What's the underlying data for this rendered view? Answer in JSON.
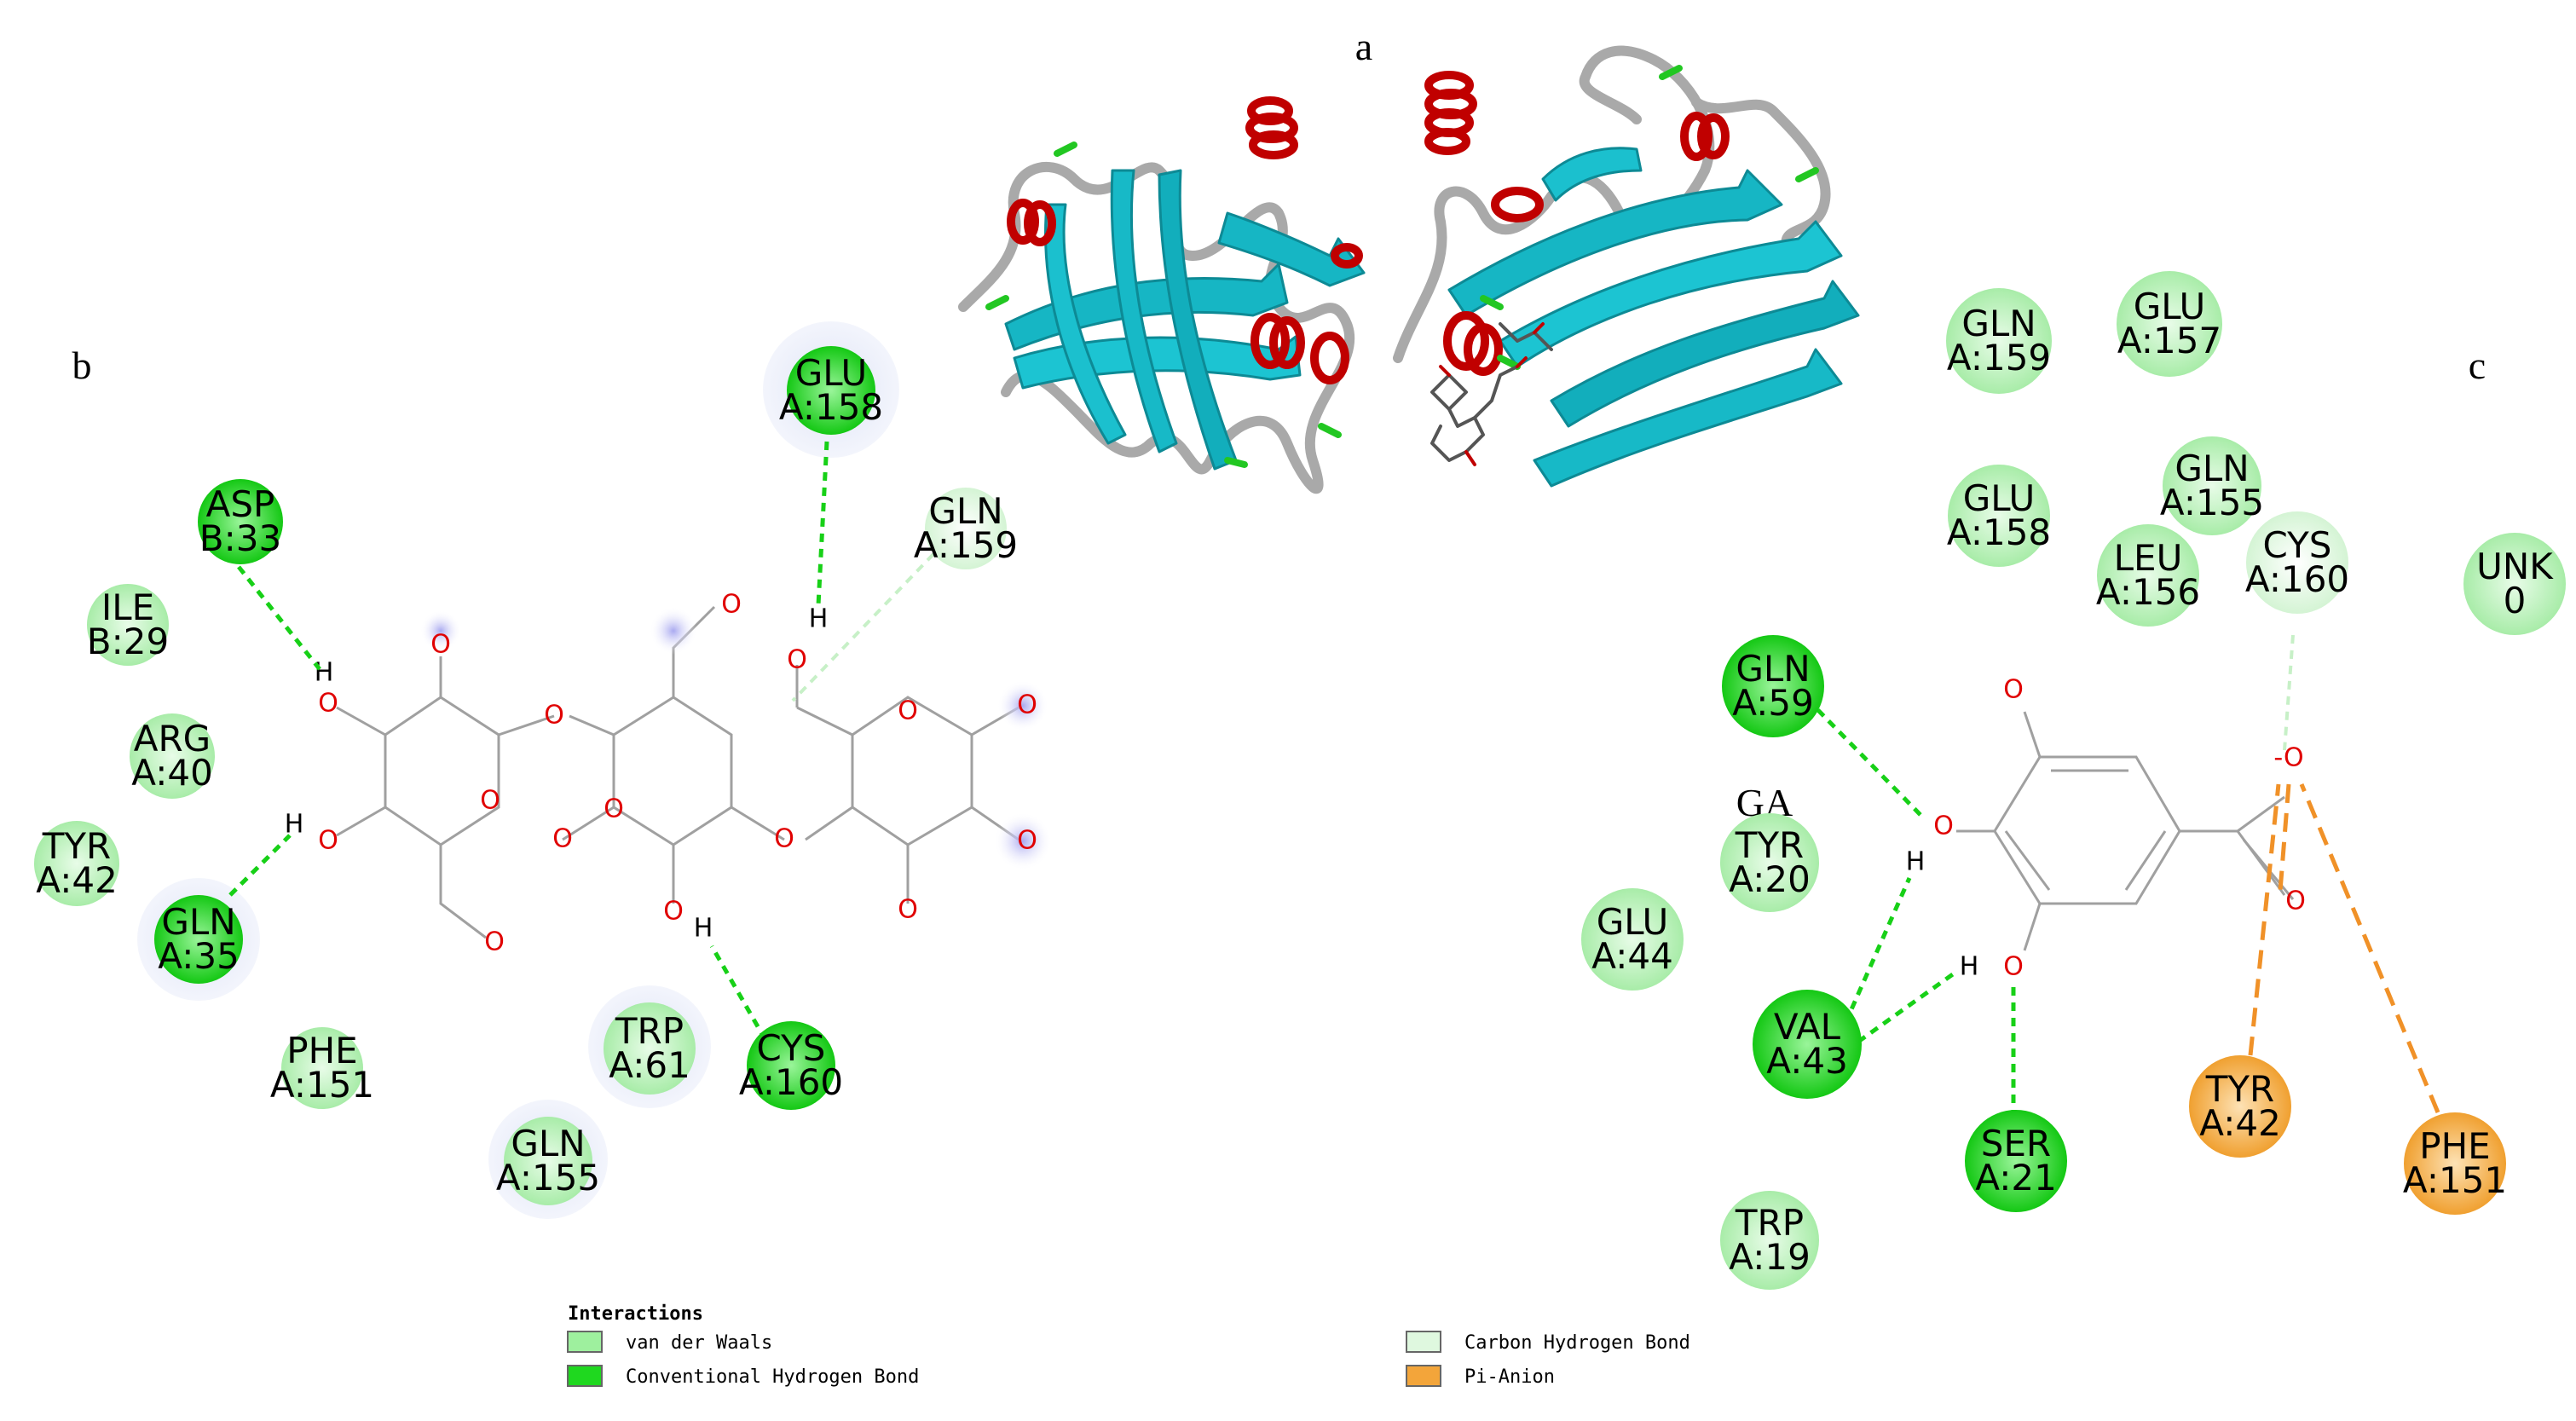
{
  "panel_labels": {
    "a": "a",
    "b": "b",
    "c": "c"
  },
  "ligand_label_c": "GA",
  "interaction_colors": {
    "van_der_waals": "#9ef09e",
    "conventional_hbond": "#1fd81f",
    "carbon_hbond": "#dff8df",
    "pi_anion": "#f3a53a"
  },
  "panel_b_residues": [
    {
      "name": "ASP",
      "id": "B:33",
      "type": "conventional_hbond"
    },
    {
      "name": "ILE",
      "id": "B:29",
      "type": "van_der_waals"
    },
    {
      "name": "ARG",
      "id": "A:40",
      "type": "van_der_waals"
    },
    {
      "name": "TYR",
      "id": "A:42",
      "type": "van_der_waals"
    },
    {
      "name": "GLN",
      "id": "A:35",
      "type": "conventional_hbond"
    },
    {
      "name": "PHE",
      "id": "A:151",
      "type": "van_der_waals"
    },
    {
      "name": "TRP",
      "id": "A:61",
      "type": "van_der_waals"
    },
    {
      "name": "GLN",
      "id": "A:155",
      "type": "van_der_waals"
    },
    {
      "name": "CYS",
      "id": "A:160",
      "type": "conventional_hbond"
    },
    {
      "name": "GLU",
      "id": "A:158",
      "type": "conventional_hbond"
    },
    {
      "name": "GLN",
      "id": "A:159",
      "type": "carbon_hbond"
    }
  ],
  "panel_c_residues": [
    {
      "name": "GLN",
      "id": "A:159",
      "type": "van_der_waals"
    },
    {
      "name": "GLU",
      "id": "A:157",
      "type": "van_der_waals"
    },
    {
      "name": "GLU",
      "id": "A:158",
      "type": "van_der_waals"
    },
    {
      "name": "GLN",
      "id": "A:155",
      "type": "van_der_waals"
    },
    {
      "name": "LEU",
      "id": "A:156",
      "type": "van_der_waals"
    },
    {
      "name": "CYS",
      "id": "A:160",
      "type": "carbon_hbond"
    },
    {
      "name": "UNK",
      "id": "0",
      "type": "van_der_waals"
    },
    {
      "name": "GLN",
      "id": "A:59",
      "type": "conventional_hbond"
    },
    {
      "name": "TYR",
      "id": "A:20",
      "type": "van_der_waals"
    },
    {
      "name": "GLU",
      "id": "A:44",
      "type": "van_der_waals"
    },
    {
      "name": "VAL",
      "id": "A:43",
      "type": "conventional_hbond"
    },
    {
      "name": "SER",
      "id": "A:21",
      "type": "conventional_hbond"
    },
    {
      "name": "TRP",
      "id": "A:19",
      "type": "van_der_waals"
    },
    {
      "name": "TYR",
      "id": "A:42",
      "type": "pi_anion"
    },
    {
      "name": "PHE",
      "id": "A:151",
      "type": "pi_anion"
    }
  ],
  "legend": {
    "title": "Interactions",
    "items": [
      {
        "label": "van der Waals",
        "type": "van_der_waals"
      },
      {
        "label": "Conventional Hydrogen Bond",
        "type": "conventional_hbond"
      },
      {
        "label": "Carbon Hydrogen Bond",
        "type": "carbon_hbond"
      },
      {
        "label": "Pi-Anion",
        "type": "pi_anion"
      }
    ]
  },
  "atoms": {
    "oxygen": "O",
    "hydrogen": "H",
    "anion_oxygen": "-O"
  }
}
